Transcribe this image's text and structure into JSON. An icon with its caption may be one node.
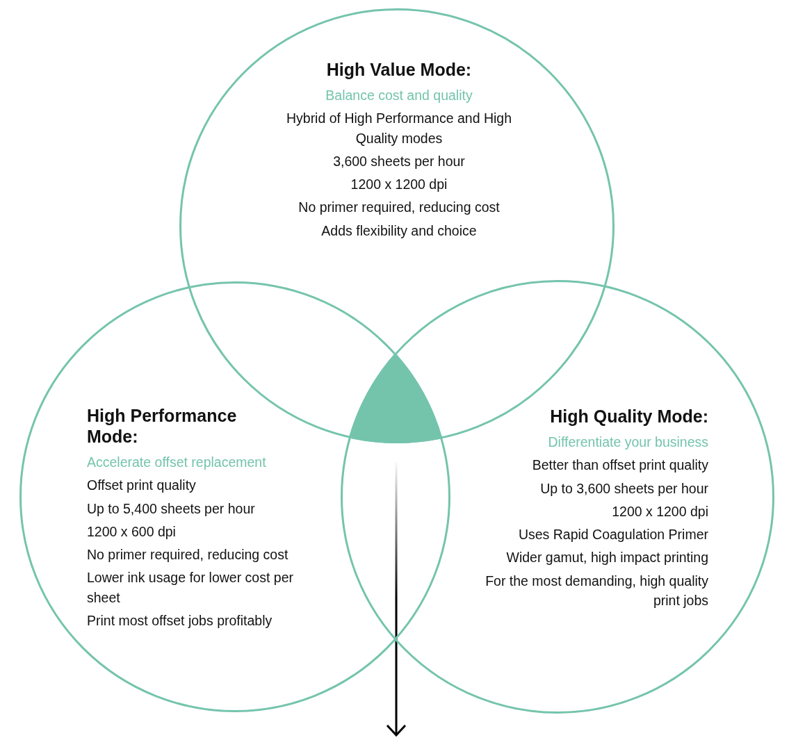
{
  "diagram": {
    "nodes": [
      {
        "text": [
          "High Value Mode:",
          "Balance cost and quality",
          "Hybrid of High Performance and High Quality modes",
          "3,600 sheets per hour",
          "1200 x 1200 dpi",
          "No primer required, reducing cost",
          "Adds flexibility and choice"
        ]
      },
      {
        "text": [
          "High Performance Mode:",
          "Accelerate offset replacement",
          "Offset print quality",
          "Up to 5,400 sheets per hour",
          "1200 x 600 dpi",
          "No primer required, reducing cost",
          "Lower ink usage for lower cost per sheet",
          "Print most offset jobs profitably"
        ]
      },
      {
        "text": [
          "High Quality Mode:",
          "Differentiate your business",
          "Better than offset print quality",
          "Up to 3,600 sheets per hour",
          "1200 x 1200 dpi",
          "Uses Rapid Coagulation Primer",
          "Wider gamut, high impact printing",
          "For the most demanding, high quality print jobs"
        ]
      },
      {
        "text": [],
        "shape": "triangle"
      }
    ]
  }
}
